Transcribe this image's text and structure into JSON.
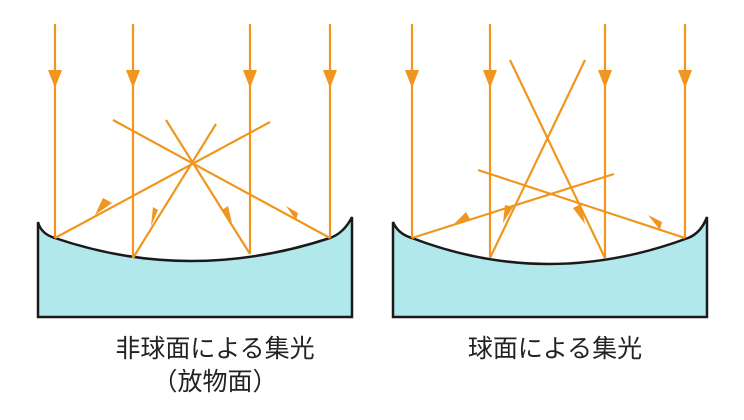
{
  "diagrams": [
    {
      "id": "parabolic",
      "caption_line1": "非球面による集光",
      "caption_line2": "（放物面）"
    },
    {
      "id": "spherical",
      "caption_line1": "球面による集光"
    }
  ],
  "colors": {
    "ray": "#f0961e",
    "mirror_fill": "#b0e8eb",
    "mirror_stroke": "#1a1a1a",
    "text": "#222222"
  }
}
